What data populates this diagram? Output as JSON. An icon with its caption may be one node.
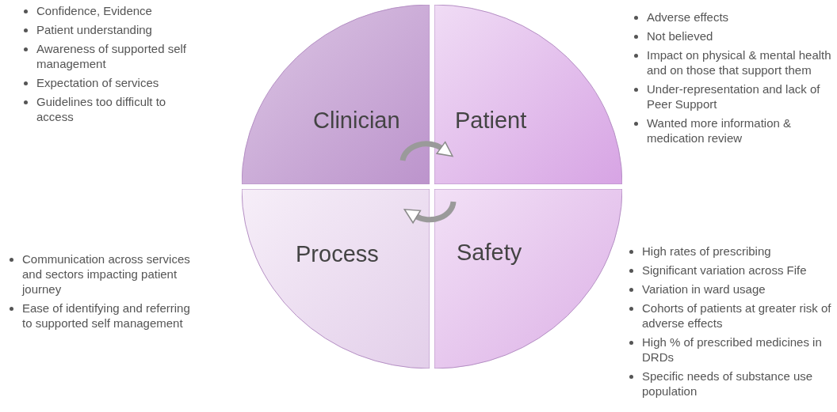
{
  "diagram": {
    "nodes": [
      {
        "text": [
          "Clinician"
        ],
        "beside": [
          "Confidence, Evidence",
          "Patient understanding",
          "Awareness of supported self management",
          "Expectation of services",
          "Guidelines too difficult to access"
        ]
      },
      {
        "text": [
          "Patient"
        ],
        "beside": [
          "Adverse effects",
          "Not believed",
          "Impact on physical & mental health and on those that support them",
          "Under-representation and lack of Peer Support",
          "Wanted more information & medication review"
        ]
      },
      {
        "text": [
          "Process"
        ],
        "beside": [
          "Communication across services and sectors impacting patient journey",
          "Ease of identifying and referring to supported self management"
        ]
      },
      {
        "text": [
          "Safety"
        ],
        "beside": [
          "High rates of prescribing",
          "Significant variation across Fife",
          "Variation in ward usage",
          "Cohorts of patients at greater risk of adverse effects",
          "High % of prescribed medicines in DRDs",
          "Specific needs of substance use population"
        ]
      }
    ],
    "edges": [
      {
        "from": 0,
        "to": 1,
        "arrow": "to"
      },
      {
        "from": 3,
        "to": 2,
        "arrow": "to"
      }
    ]
  }
}
